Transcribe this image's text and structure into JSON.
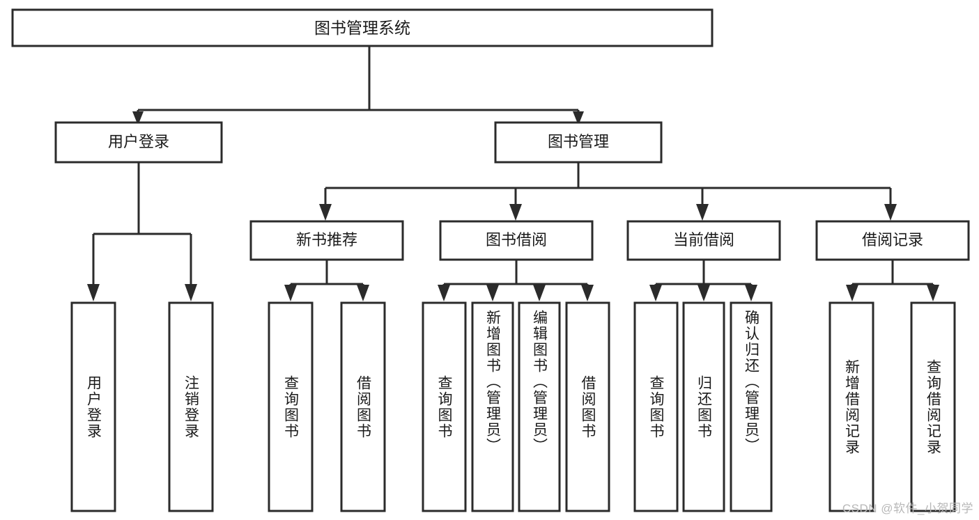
{
  "diagram": {
    "title": "图书管理系统",
    "type": "hierarchy-tree",
    "orientation": "top-down",
    "colors": {
      "box_stroke": "#2b2b2b",
      "box_fill": "#ffffff",
      "text": "#1a1a1a",
      "connector": "#2b2b2b",
      "background": "#ffffff",
      "watermark": "#b8b8b8"
    },
    "root": {
      "id": "root",
      "label": "图书管理系统"
    },
    "level1": [
      {
        "id": "user-login",
        "label": "用户登录"
      },
      {
        "id": "book-management",
        "label": "图书管理"
      }
    ],
    "level2": [
      {
        "id": "new-book-recommend",
        "label": "新书推荐",
        "parent": "book-management"
      },
      {
        "id": "book-borrow",
        "label": "图书借阅",
        "parent": "book-management"
      },
      {
        "id": "current-borrow",
        "label": "当前借阅",
        "parent": "book-management"
      },
      {
        "id": "borrow-record",
        "label": "借阅记录",
        "parent": "book-management"
      }
    ],
    "leaves": [
      {
        "id": "leaf-user-login",
        "label": "用户登录",
        "parent": "user-login"
      },
      {
        "id": "leaf-logout-login",
        "label": "注销登录",
        "parent": "user-login"
      },
      {
        "id": "leaf-query-book-1",
        "label": "查询图书",
        "parent": "new-book-recommend"
      },
      {
        "id": "leaf-borrow-book-1",
        "label": "借阅图书",
        "parent": "new-book-recommend"
      },
      {
        "id": "leaf-query-book-2",
        "label": "查询图书",
        "parent": "book-borrow"
      },
      {
        "id": "leaf-add-book",
        "label": "新增图书（管理员）",
        "parent": "book-borrow"
      },
      {
        "id": "leaf-edit-book",
        "label": "编辑图书（管理员）",
        "parent": "book-borrow"
      },
      {
        "id": "leaf-borrow-book-2",
        "label": "借阅图书",
        "parent": "book-borrow"
      },
      {
        "id": "leaf-query-book-3",
        "label": "查询图书",
        "parent": "current-borrow"
      },
      {
        "id": "leaf-return-book",
        "label": "归还图书",
        "parent": "current-borrow"
      },
      {
        "id": "leaf-confirm-return",
        "label": "确认归还（管理员）",
        "parent": "current-borrow"
      },
      {
        "id": "leaf-add-borrow-record",
        "label": "新增借阅记录",
        "parent": "borrow-record"
      },
      {
        "id": "leaf-query-borrow-record",
        "label": "查询借阅记录",
        "parent": "borrow-record"
      }
    ],
    "watermark": "CSDN @软件_小贺同学"
  }
}
